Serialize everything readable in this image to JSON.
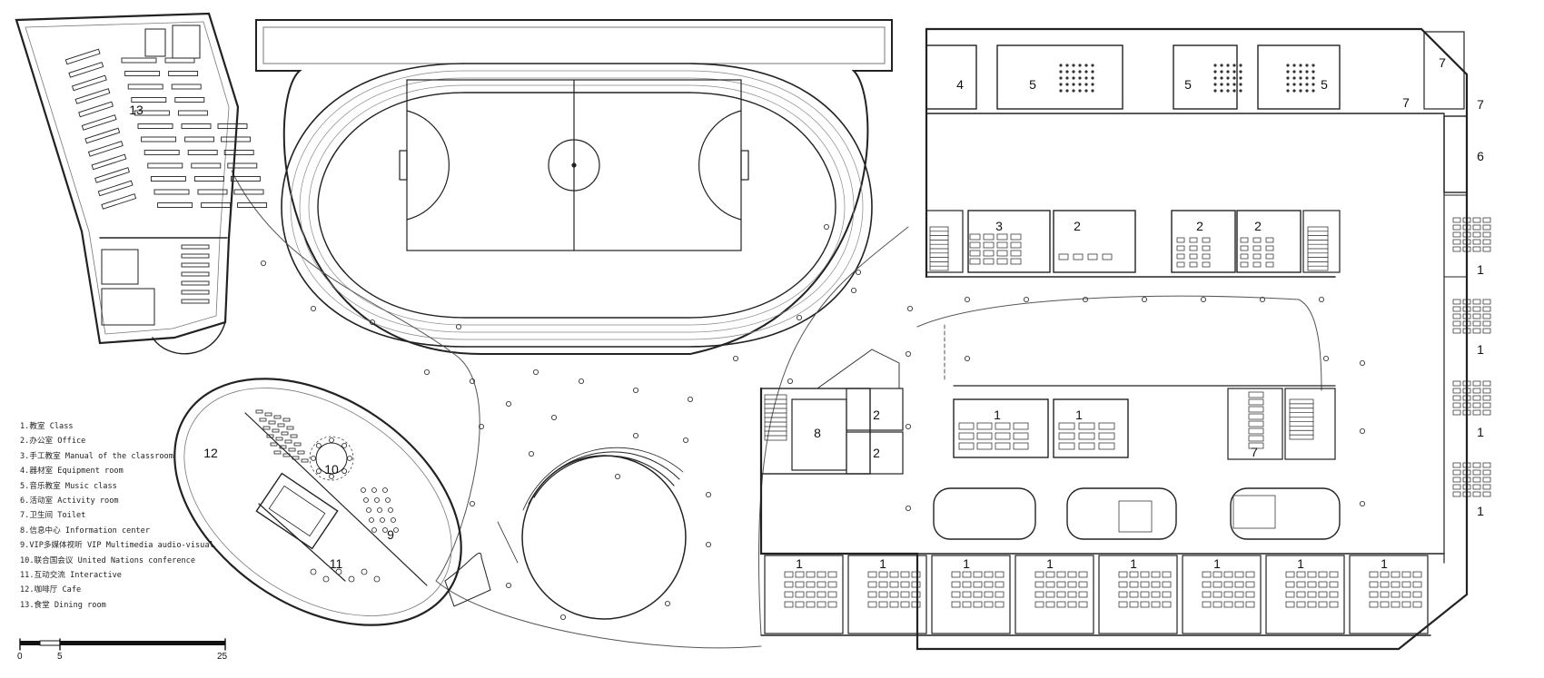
{
  "legend": [
    "1.教室 Class",
    "2.办公室 Office",
    "3.手工教室 Manual of the classroom",
    "4.器材室 Equipment room",
    "5.音乐教室 Music class",
    "6.活动室 Activity room",
    "7.卫生间 Toilet",
    "8.信息中心  Information center",
    "9.VIP多媒体视听 VIP Multimedia audio-visual",
    "10.联合国会议 United Nations conference",
    "11.互动交流 Interactive",
    "12.咖啡厅 Cafe",
    "13.食堂 Dining room"
  ],
  "scale": {
    "labels": [
      "0",
      "5",
      "25"
    ]
  },
  "rooms": {
    "dining": "13",
    "cafe": "12",
    "un_conference": "10",
    "vip": "9",
    "interactive": "11",
    "info_center": "8",
    "office_8a": "2",
    "office_8b": "2",
    "equipment": "4",
    "music_a": "5",
    "music_b": "5",
    "music_c": "5",
    "toilet_a": "7",
    "toilet_b": "7",
    "toilet_c": "7",
    "activity": "6",
    "manual": "3",
    "office_a": "2",
    "office_b": "2",
    "office_c": "2",
    "class_mid_a": "1",
    "class_mid_b": "1",
    "class_right_1": "1",
    "class_right_2": "1",
    "class_right_3": "1",
    "class_right_4": "1",
    "class_bottom_1": "1",
    "class_bottom_2": "1",
    "class_bottom_3": "1",
    "class_bottom_4": "1",
    "class_bottom_5": "1",
    "class_bottom_6": "1",
    "class_bottom_7": "1",
    "class_bottom_8": "1"
  }
}
